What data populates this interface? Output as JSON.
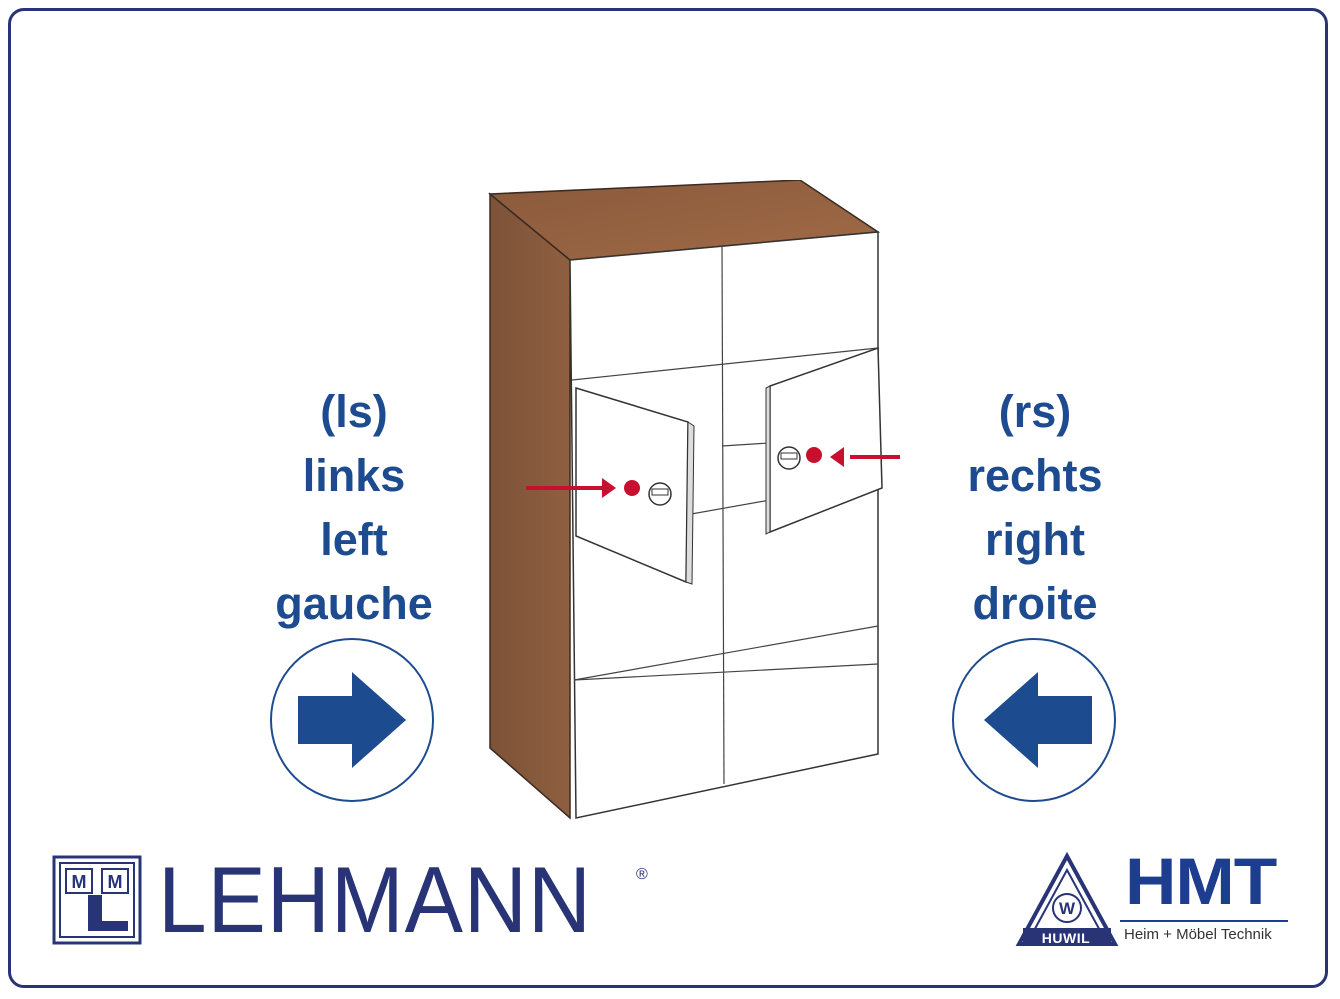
{
  "left": {
    "code": "(ls)",
    "german": "links",
    "english": "left",
    "french": "gauche",
    "arrow_direction": "right-arrow-icon"
  },
  "right": {
    "code": "(rs)",
    "german": "rechts",
    "english": "right",
    "french": "droite",
    "arrow_direction": "left-arrow-icon"
  },
  "brands": {
    "lehmann_name": "LEHMANN",
    "lehmann_mark": "®",
    "lehmann_monogram": "ML M",
    "hmt_name": "HMT",
    "hmt_subtitle": "Heim + Möbel Technik",
    "huwil_name": "HUWIL",
    "huwil_mark": "W"
  },
  "colors": {
    "text_blue": "#1d4b8f",
    "frame_navy": "#283476",
    "wood": "#8a5a3c",
    "marker_red": "#c8102e"
  }
}
